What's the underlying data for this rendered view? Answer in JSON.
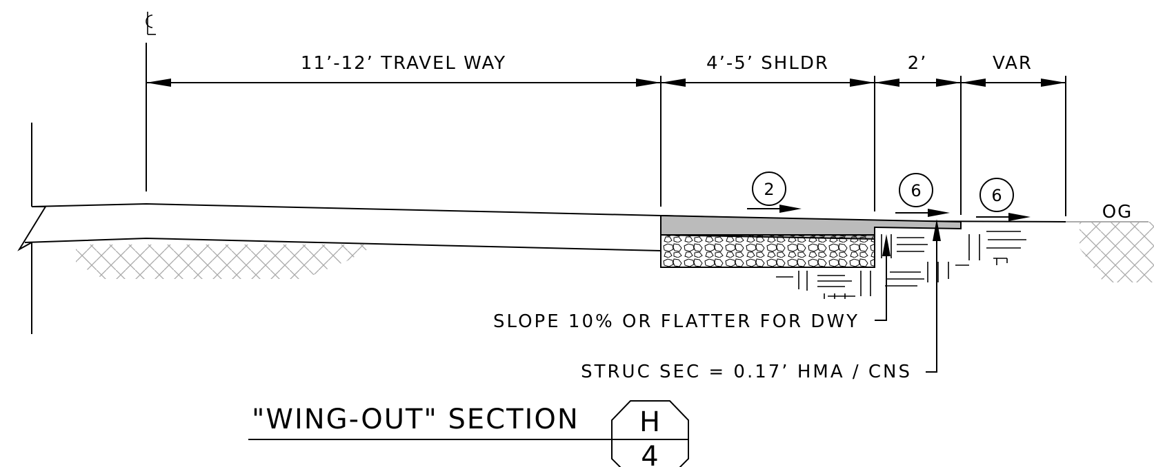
{
  "drawing": {
    "centerline_symbol": "CL",
    "dimensions": {
      "travel_way": "11’-12’ TRAVEL WAY",
      "shoulder": "4’-5’ SHLDR",
      "two_ft": "2’",
      "var": "VAR"
    },
    "slope_callouts": [
      "2",
      "6",
      "6"
    ],
    "og_label": "OG",
    "notes": {
      "slope": "SLOPE 10% OR FLATTER FOR DWY",
      "struc_sec": "STRUC SEC = 0.17’ HMA / CNS"
    },
    "title": "\"WING-OUT\" SECTION",
    "section_tag": {
      "top": "H",
      "bottom": "4"
    }
  }
}
